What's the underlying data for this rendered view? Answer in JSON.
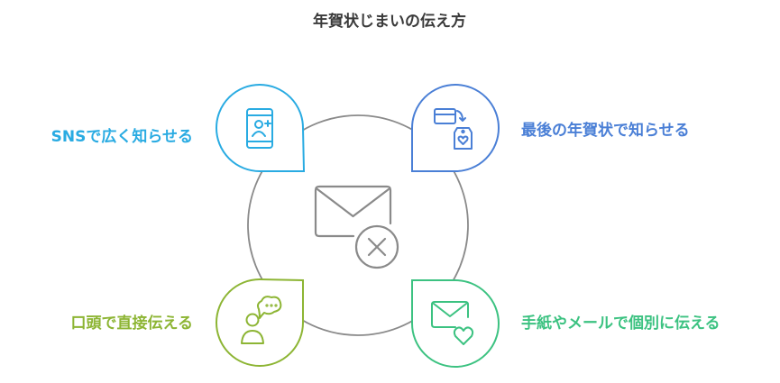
{
  "title": "年賀状じまいの伝え方",
  "colors": {
    "sns": "#29ABE2",
    "last_card": "#4A7FD6",
    "oral": "#8DB534",
    "letter": "#3CC281",
    "circle": "#8a8a8a"
  },
  "items": [
    {
      "key": "sns",
      "label": "SNSで広く知らせる",
      "icon": "smartphone-user-add-icon"
    },
    {
      "key": "last_card",
      "label": "最後の年賀状で知らせる",
      "icon": "card-to-gift-tag-icon"
    },
    {
      "key": "oral",
      "label": "口頭で直接伝える",
      "icon": "person-speech-bubble-icon"
    },
    {
      "key": "letter",
      "label": "手紙やメールで個別に伝える",
      "icon": "envelope-heart-icon"
    }
  ],
  "center_icon": "envelope-cancel-icon"
}
